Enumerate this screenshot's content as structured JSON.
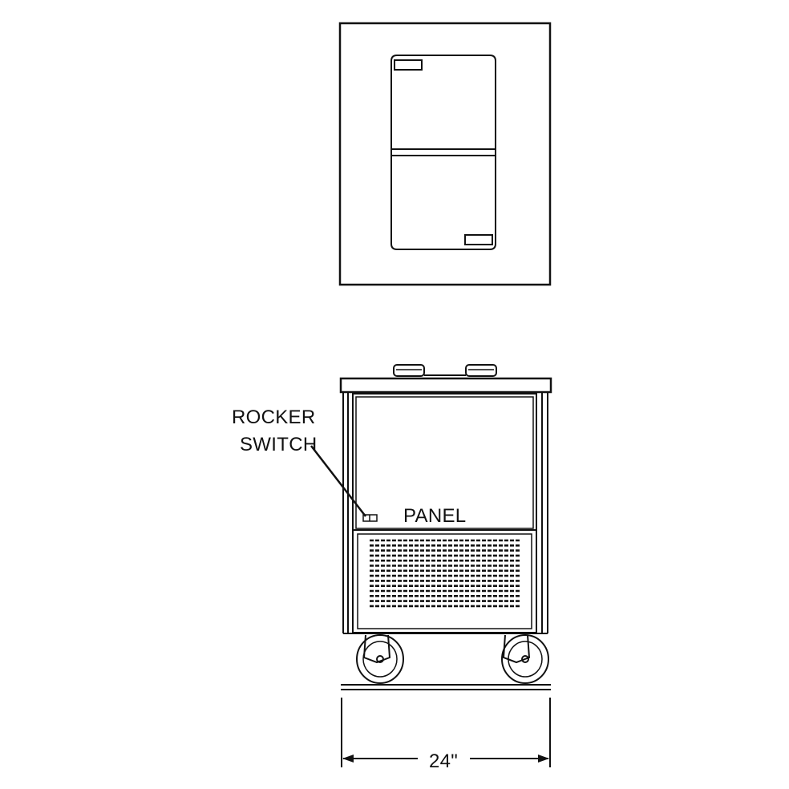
{
  "labels": {
    "rocker_switch_line1": "ROCKER",
    "rocker_switch_line2": "SWITCH",
    "panel": "PANEL",
    "width_dimension": "24\""
  },
  "colors": {
    "line": "#111111",
    "background": "#ffffff"
  }
}
